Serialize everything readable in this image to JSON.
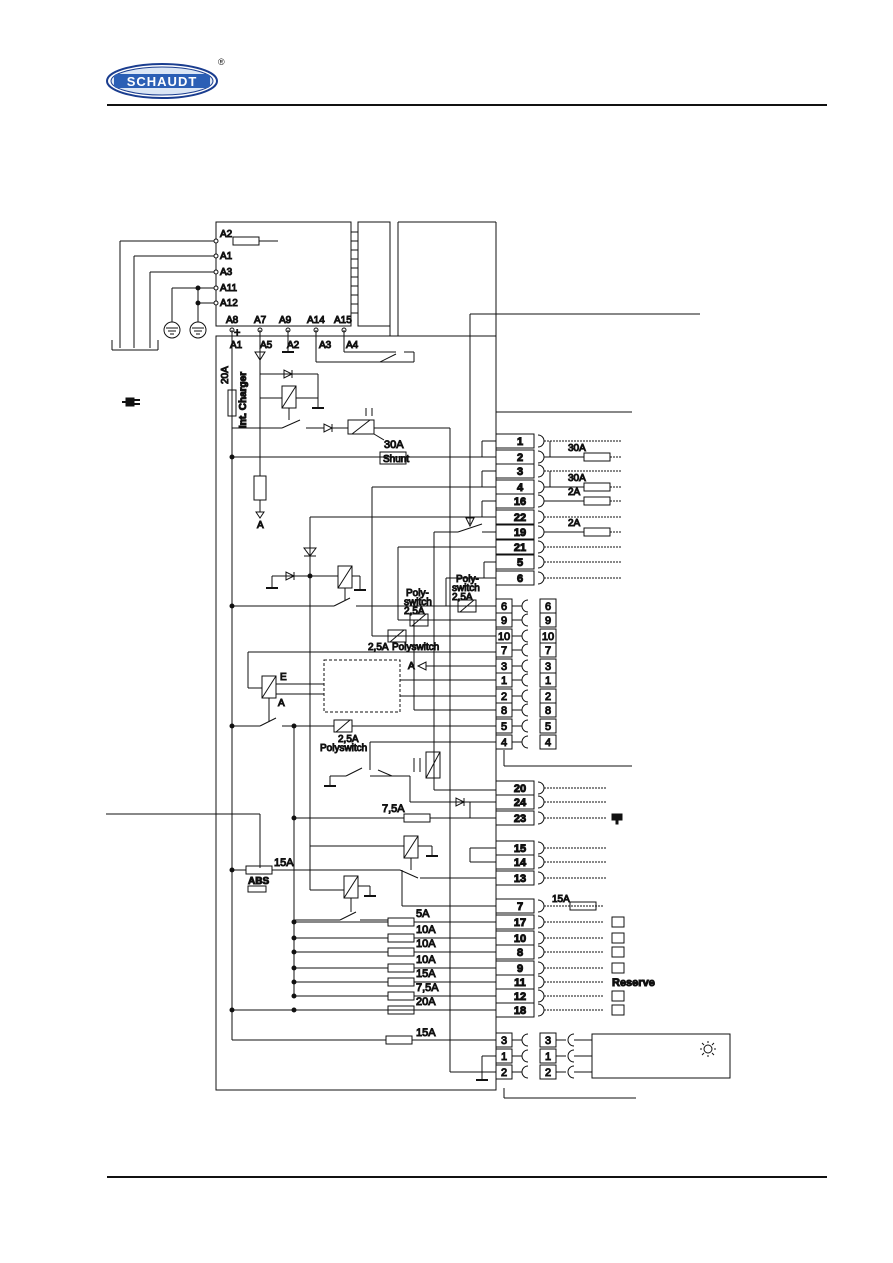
{
  "brand": {
    "name": "SCHAUDT",
    "registered": "®"
  },
  "module": {
    "top_pins": [
      "A2",
      "A1",
      "A3",
      "A11",
      "A12"
    ],
    "bottom_pins": [
      "A8",
      "A7",
      "A9",
      "A14",
      "A15"
    ],
    "lower_pins": [
      "A1",
      "A5",
      "A2",
      "A3",
      "A4"
    ],
    "plus": "+",
    "fuse_20a": "20A",
    "int_charger": "Int. Charger"
  },
  "labels": {
    "fuse_30a": "30A",
    "shunt": "Shunt",
    "poly1": "Poly-",
    "switch1": "switch",
    "val_25a": "2,5A",
    "poly2": "Poly-",
    "switch2": "switch",
    "val_25b": "2,5A",
    "val_25c": "2,5A",
    "polyswitch_c": "Polyswitch",
    "val_25d": "2,5A",
    "polyswitch_d": "Polyswitch",
    "E": "E",
    "A": "A",
    "A_arrow": "A",
    "f_75a": "7,5A",
    "f_15a": "15A",
    "abs": "ABS",
    "reserve": "Reserve",
    "f_30a_1": "30A",
    "f_30a_2": "30A",
    "f_2a_1": "2A",
    "f_2a_2": "2A",
    "f_15a_r": "15A"
  },
  "right_terminals": [
    "1",
    "2",
    "3",
    "4",
    "16",
    "22",
    "19",
    "21",
    "5",
    "6"
  ],
  "inner_connector": [
    "6",
    "9",
    "10",
    "7",
    "3",
    "1",
    "2",
    "8",
    "5",
    "4"
  ],
  "mid_terminals": [
    "20",
    "24",
    "23",
    "15",
    "14",
    "13"
  ],
  "load_terminals": [
    {
      "pin": "7",
      "fuse": ""
    },
    {
      "pin": "17",
      "fuse": "5A"
    },
    {
      "pin": "10",
      "fuse": "10A"
    },
    {
      "pin": "8",
      "fuse": "10A"
    },
    {
      "pin": "9",
      "fuse": "10A"
    },
    {
      "pin": "11",
      "fuse": "15A"
    },
    {
      "pin": "12",
      "fuse": "7,5A"
    },
    {
      "pin": "18",
      "fuse": "20A"
    }
  ],
  "bottom_connector": {
    "left": [
      "3",
      "1",
      "2"
    ],
    "right": [
      "3",
      "1",
      "2"
    ],
    "fuse": "15A"
  }
}
